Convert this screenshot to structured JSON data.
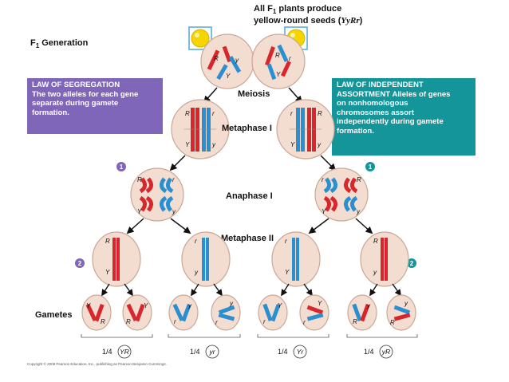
{
  "header": {
    "line1_prefix": "All F",
    "line1_sub": "1",
    "line1_suffix": " plants produce",
    "line2": "yellow-round seeds (",
    "line2_geno": "YyRr",
    "line2_end": ")"
  },
  "generation_label": {
    "prefix": "F",
    "sub": "1",
    "suffix": " Generation"
  },
  "segregation_box": {
    "title": "LAW OF SEGREGATION",
    "text_lines": [
      "The two alleles for each gene",
      "separate during gamete",
      "formation."
    ],
    "color": "#8066b8"
  },
  "independent_box": {
    "title": "LAW OF INDEPENDENT",
    "text_lines": [
      "ASSORTMENT Alleles of genes",
      "on nonhomologous",
      "chromosomes assort",
      "independently during gamete",
      "formation."
    ],
    "color": "#13959a"
  },
  "stages": {
    "meiosis": "Meiosis",
    "metaphase1": "Metaphase I",
    "anaphase1": "Anaphase I",
    "metaphase2": "Metaphase II"
  },
  "gametes_label": "Gametes",
  "step_markers": {
    "one": "1",
    "two": "2"
  },
  "gamete_fractions": [
    {
      "fraction": "1/4",
      "genotype": "YR"
    },
    {
      "fraction": "1/4",
      "genotype": "yr"
    },
    {
      "fraction": "1/4",
      "genotype": "Yr"
    },
    {
      "fraction": "1/4",
      "genotype": "yR"
    }
  ],
  "allele_labels": {
    "R": "R",
    "r": "r",
    "Y": "Y",
    "y": "y"
  },
  "copyright": "Copyright © 2008 Pearson Education, Inc., publishing as Pearson Benjamin Cummings.",
  "colors": {
    "red_chromosome": "#d8262c",
    "blue_chromosome": "#2a8fd0",
    "cell_fill": "#f3dcd0",
    "seed_yellow": "#f5d400",
    "purple_marker": "#8066b8",
    "teal_marker": "#13959a"
  }
}
